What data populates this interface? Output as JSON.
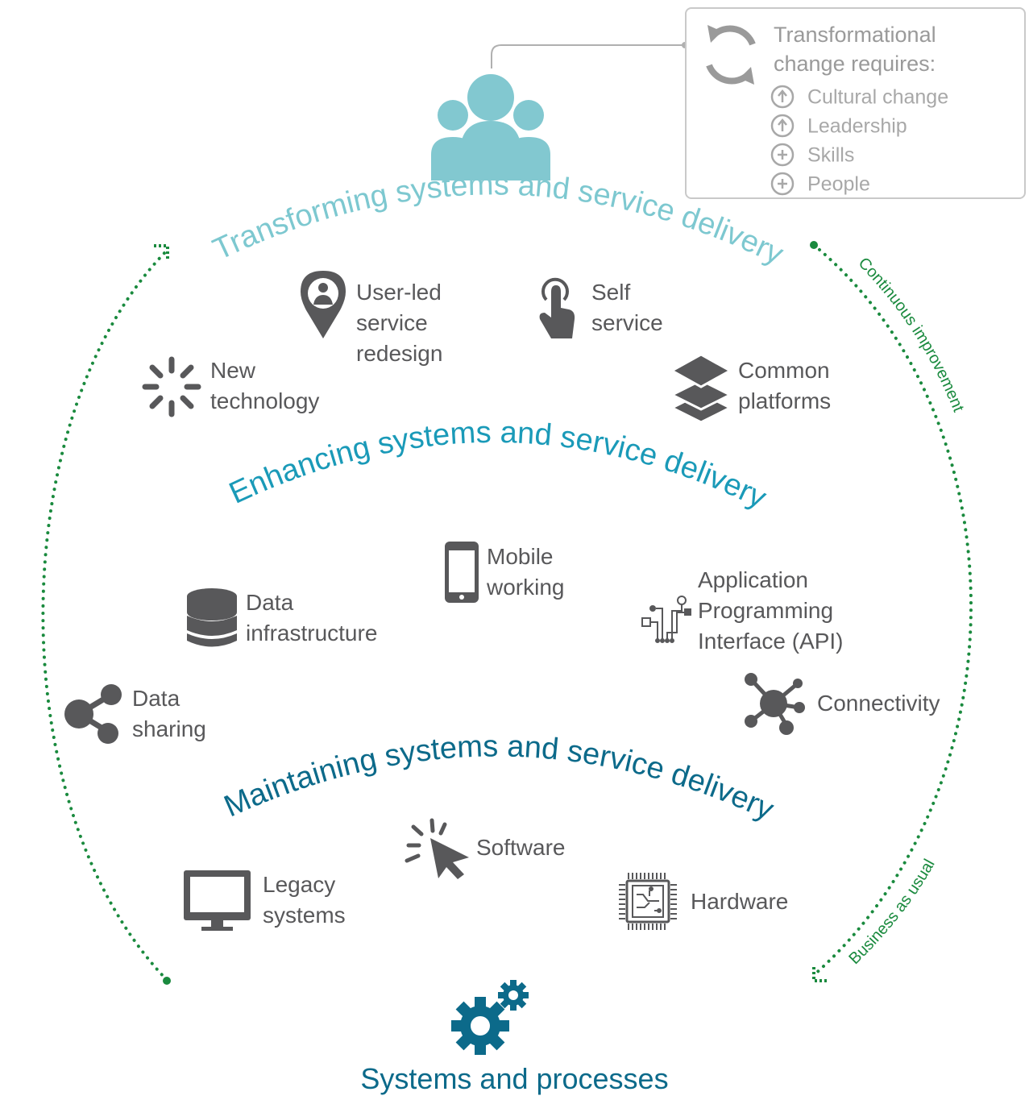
{
  "requirements": {
    "title_line1": "Transformational",
    "title_line2": "change requires:",
    "items": [
      {
        "label": "Cultural change",
        "icon": "arrow-up-circle-icon"
      },
      {
        "label": "Leadership",
        "icon": "arrow-up-circle-icon"
      },
      {
        "label": "Skills",
        "icon": "plus-circle-icon"
      },
      {
        "label": "People",
        "icon": "plus-circle-icon"
      }
    ]
  },
  "arcs": {
    "transforming": "Transforming systems and service delivery",
    "enhancing": "Enhancing systems and service delivery",
    "maintaining": "Maintaining systems and service delivery"
  },
  "cycle": {
    "continuous_improvement": "Continuous improvement",
    "business_as_usual": "Business as usual"
  },
  "transforming_items": {
    "user_led": [
      "User-led",
      "service",
      "redesign"
    ],
    "self_service": [
      "Self",
      "service"
    ],
    "new_technology": [
      "New",
      "technology"
    ],
    "common_platforms": [
      "Common",
      "platforms"
    ]
  },
  "enhancing_items": {
    "mobile_working": [
      "Mobile",
      "working"
    ],
    "data_infrastructure": [
      "Data",
      "infrastructure"
    ],
    "api": [
      "Application",
      "Programming",
      "Interface (API)"
    ],
    "data_sharing": [
      "Data",
      "sharing"
    ],
    "connectivity": [
      "Connectivity"
    ]
  },
  "maintaining_items": {
    "software": [
      "Software"
    ],
    "legacy_systems": [
      "Legacy",
      "systems"
    ],
    "hardware": [
      "Hardware"
    ]
  },
  "bottom_title": "Systems and processes",
  "colors": {
    "transforming": "#7dc8d0",
    "enhancing": "#1a9ab8",
    "maintaining": "#0c6a8a",
    "icon_gray": "#58585a",
    "cycle_green": "#1a8a3e",
    "people": "#82c8d0",
    "gears": "#0c6a8a"
  }
}
